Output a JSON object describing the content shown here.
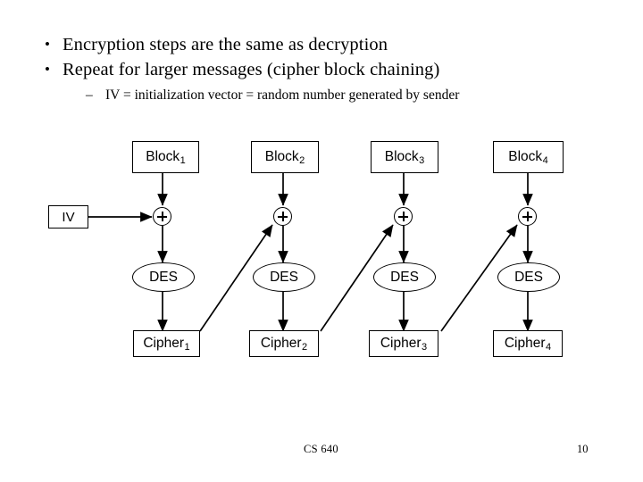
{
  "slide": {
    "footer_course": "CS 640",
    "footer_page": "10",
    "ink_color": "#000000",
    "background_color": "#ffffff"
  },
  "bullets": [
    {
      "level": 1,
      "marker": "•",
      "text": "Encryption steps are the same as decryption"
    },
    {
      "level": 1,
      "marker": "•",
      "text": "Repeat for larger messages (cipher block chaining)"
    },
    {
      "level": 2,
      "marker": "–",
      "text": "IV = initialization vector = random number generated by sender"
    }
  ],
  "diagram": {
    "iv": {
      "label": "IV"
    },
    "columns": [
      {
        "block_label": "Block",
        "block_sub": "1",
        "op_label": "+",
        "des_label": "DES",
        "cipher_label": "Cipher",
        "cipher_sub": "1"
      },
      {
        "block_label": "Block",
        "block_sub": "2",
        "op_label": "+",
        "des_label": "DES",
        "cipher_label": "Cipher",
        "cipher_sub": "2"
      },
      {
        "block_label": "Block",
        "block_sub": "3",
        "op_label": "+",
        "des_label": "DES",
        "cipher_label": "Cipher",
        "cipher_sub": "3"
      },
      {
        "block_label": "Block",
        "block_sub": "4",
        "op_label": "+",
        "des_label": "DES",
        "cipher_label": "Cipher",
        "cipher_sub": "4"
      }
    ]
  }
}
